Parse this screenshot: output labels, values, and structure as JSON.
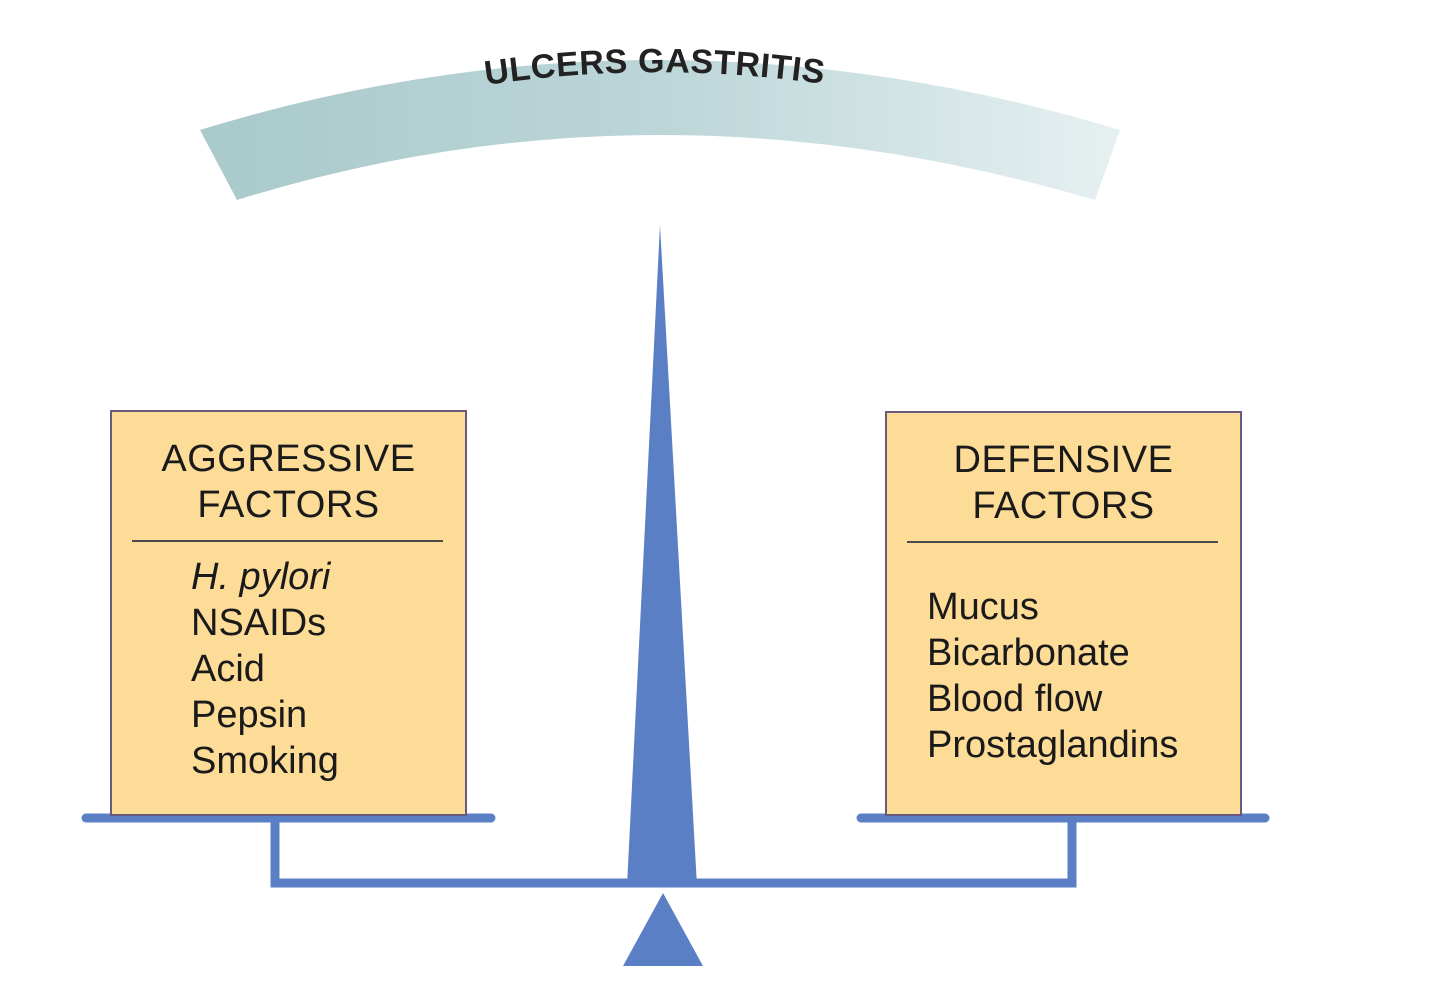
{
  "arc": {
    "title": "ULCERS GASTRITIS"
  },
  "aggressive": {
    "heading_line1": "AGGRESSIVE",
    "heading_line2": "FACTORS",
    "items": [
      "H. pylori",
      "NSAIDs",
      "Acid",
      "Pepsin",
      "Smoking"
    ]
  },
  "defensive": {
    "heading_line1": "DEFENSIVE",
    "heading_line2": "FACTORS",
    "items": [
      "Mucus",
      "Bicarbonate",
      "Blood flow",
      "Prostaglandins"
    ]
  },
  "colors": {
    "scale_blue": "#5b7fc4",
    "box_fill": "#fcdc97",
    "box_border": "#6a5a7e",
    "arc_start": "#a9c9cb",
    "arc_end": "#e6f0f1"
  }
}
